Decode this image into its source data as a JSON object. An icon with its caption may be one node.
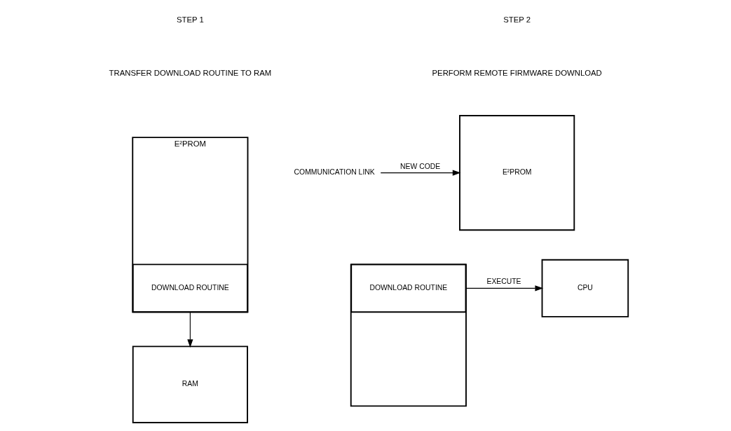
{
  "diagram": {
    "nodes": [
      {
        "text": [
          "E²PROM"
        ]
      },
      {
        "text": [
          "DOWNLOAD ROUTINE"
        ],
        "in": 0
      },
      {
        "text": [
          "RAM"
        ]
      },
      {
        "text": [
          "E²PROM"
        ]
      },
      {
        "text": [
          "COMMUNICATION LINK"
        ]
      },
      {
        "text": [],
        "shape": "box"
      },
      {
        "text": [
          "DOWNLOAD ROUTINE"
        ],
        "in": 5
      },
      {
        "text": [
          "CPU"
        ]
      }
    ],
    "edges": [
      {
        "from": 1,
        "to": 2,
        "arrow": "to"
      },
      {
        "from": 4,
        "to": 3,
        "arrow": "to",
        "label": "NEW CODE"
      },
      {
        "from": 6,
        "to": 7,
        "arrow": "to",
        "label": "EXECUTE"
      }
    ],
    "labels": [
      "STEP 1",
      "TRANSFER DOWNLOAD ROUTINE TO RAM",
      "STEP 2",
      "PERFORM REMOTE FIRMWARE DOWNLOAD"
    ]
  }
}
